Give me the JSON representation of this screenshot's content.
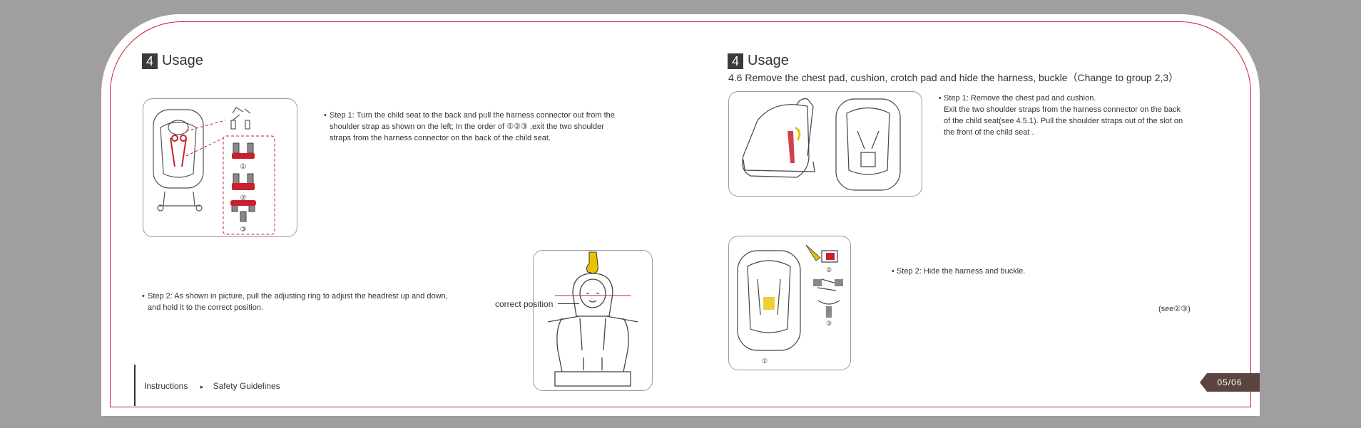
{
  "left": {
    "section_num": "4",
    "section_title": "Usage",
    "step1_lines": [
      "Step 1: Turn the child seat to the back and pull the harness connector out from the",
      "shoulder strap as shown on the left;  In the order of ①②③ ,exit the two shoulder",
      "straps from the harness connector on the back of the child seat."
    ],
    "step2_lines": [
      "Step 2: As shown in picture, pull the adjusting ring to adjust the headrest up and down,",
      "and hold it to the correct position."
    ],
    "correct_position": "correct position",
    "fig1_labels": [
      "①",
      "②",
      "③"
    ]
  },
  "right": {
    "section_num": "4",
    "section_title": "Usage",
    "subtitle": "4.6 Remove the chest pad, cushion, crotch pad and hide the harness, buckle（Change to group 2,3）",
    "step1_lines": [
      "Step 1: Remove the chest pad and cushion.",
      "Exit the two shoulder straps from the harness connector on the back",
      "of the child seat(see 4.5.1). Pull the shoulder straps out of the slot on",
      "the front of the child seat ."
    ],
    "step2": "Step 2: Hide the harness and buckle.",
    "see": "(see②③)",
    "fig_labels": [
      "②",
      "③",
      "①"
    ]
  },
  "footer": {
    "instructions": "Instructions",
    "arrow": "▸",
    "safety": "Safety Guidelines",
    "page": "05/06"
  },
  "colors": {
    "frame": "#c9202e",
    "tag": "#5b4540",
    "highlight": "#e8c400"
  }
}
